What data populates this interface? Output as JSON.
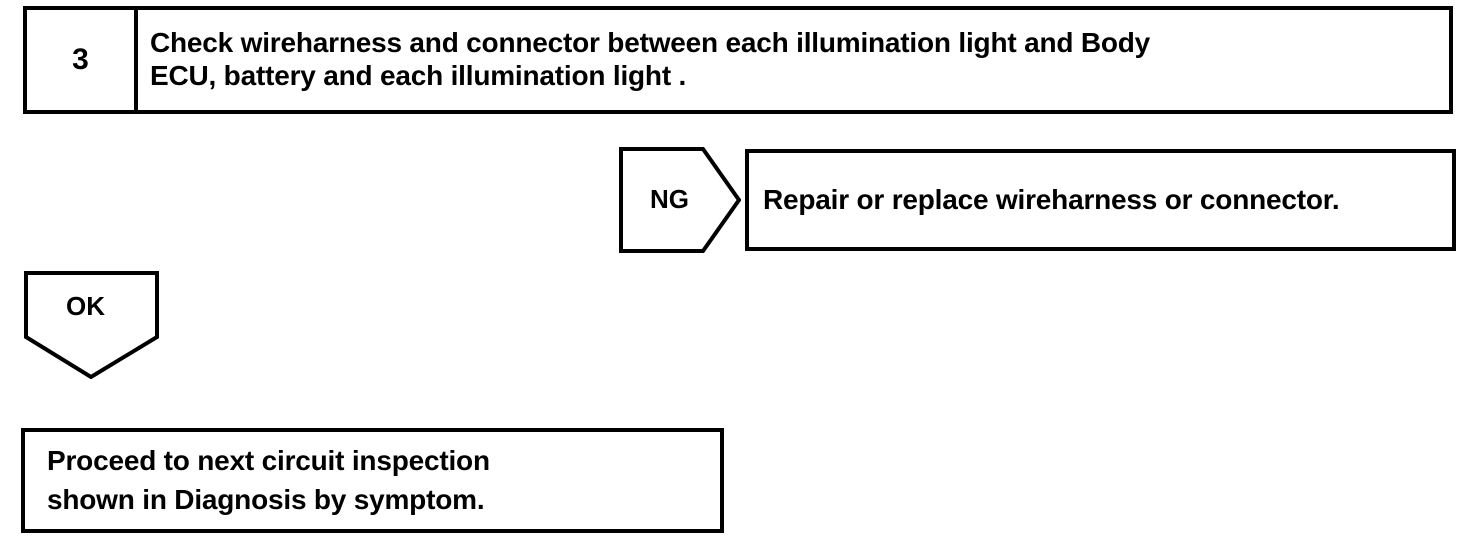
{
  "diagram": {
    "type": "troubleshooting-flowchart",
    "step": {
      "number": "3",
      "instruction": "Check wireharness and connector between each illumination light and Body\nECU, battery and each illumination light ."
    },
    "branches": {
      "ng": {
        "label": "NG",
        "shape": "right-pointing-pentagon",
        "action": "Repair or replace wireharness or connector."
      },
      "ok": {
        "label": "OK",
        "shape": "down-pointing-pentagon",
        "action": " Proceed to next circuit inspection\nshown  in Diagnosis by symptom."
      }
    },
    "colors": {
      "stroke": "#000000",
      "fill": "#ffffff",
      "text": "#000000"
    }
  }
}
